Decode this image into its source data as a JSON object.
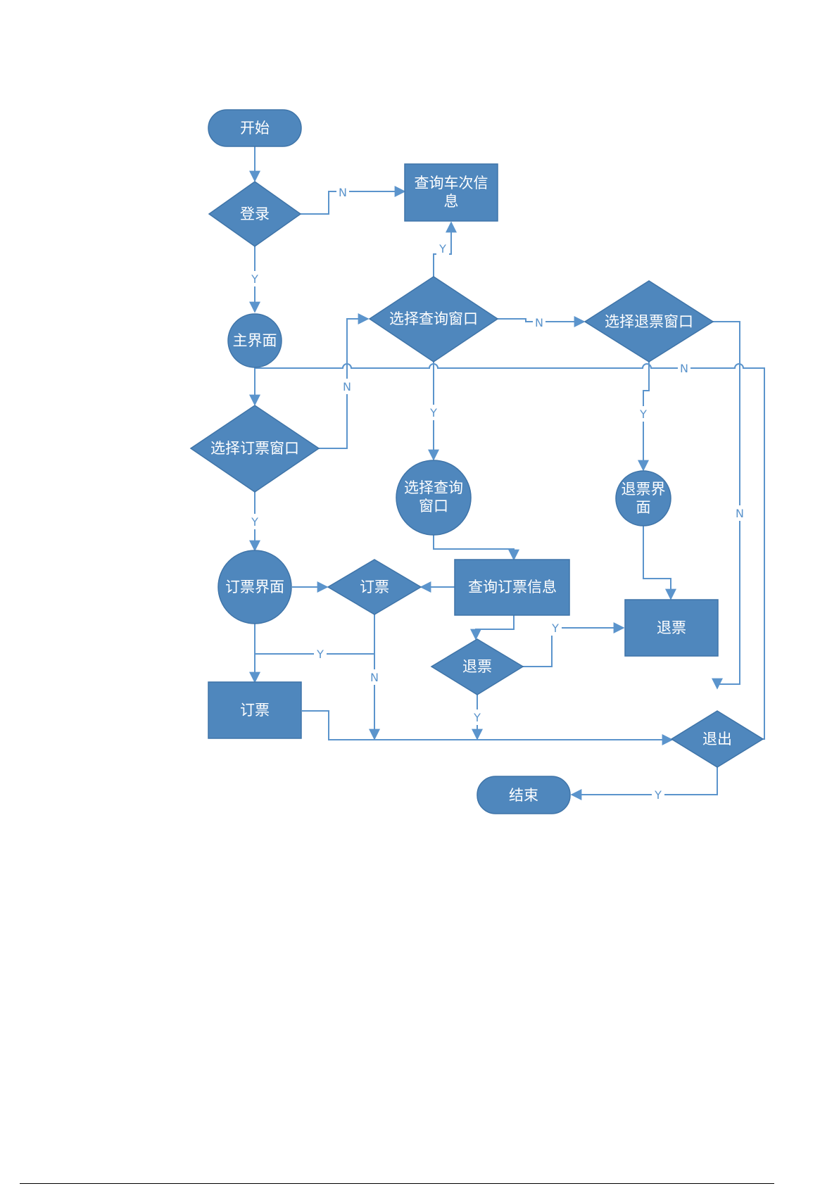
{
  "colors": {
    "node_fill": "#4f87bd",
    "node_stroke": "#3f74a8",
    "edge": "#5b94cc",
    "label": "#5b94cc"
  },
  "nodes": {
    "start": "开始",
    "login": "登录",
    "query_train_info": [
      "查询车次信",
      "息"
    ],
    "main_ui": "主界面",
    "select_query_window": "选择查询窗口",
    "select_refund_window": "选择退票窗口",
    "select_booking_window": "选择订票窗口",
    "query_window_circle": [
      "选择查询",
      "窗口"
    ],
    "refund_ui": [
      "退票界",
      "面"
    ],
    "booking_ui": "订票界面",
    "book_decision": "订票",
    "query_booking_info": "查询订票信息",
    "refund_decision": "退票",
    "refund_box": "退票",
    "book_box": "订票",
    "exit_decision": "退出",
    "end": "结束"
  },
  "edge_labels": {
    "yes": "Y",
    "no": "N"
  }
}
